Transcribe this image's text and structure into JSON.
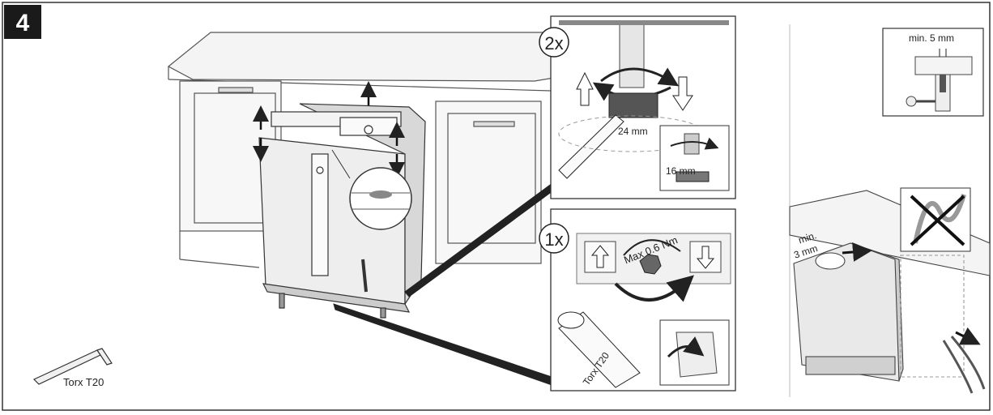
{
  "step": {
    "number": "4"
  },
  "tool": {
    "label": "Torx T20"
  },
  "panel_height_adjust": {
    "count": "2x",
    "wrench_size": "24 mm",
    "foot_size": "16 mm"
  },
  "panel_rear_adjust": {
    "count": "1x",
    "torque": "Max 0.6 Nm",
    "bit_label": "Torx T20"
  },
  "panel_gap": {
    "label": "min. 5 mm"
  },
  "side_view": {
    "min_label": "min.",
    "gap_label": "3 mm"
  },
  "colors": {
    "line": "#222222",
    "panel_border": "#333333",
    "step_bg": "#1a1a1a"
  }
}
